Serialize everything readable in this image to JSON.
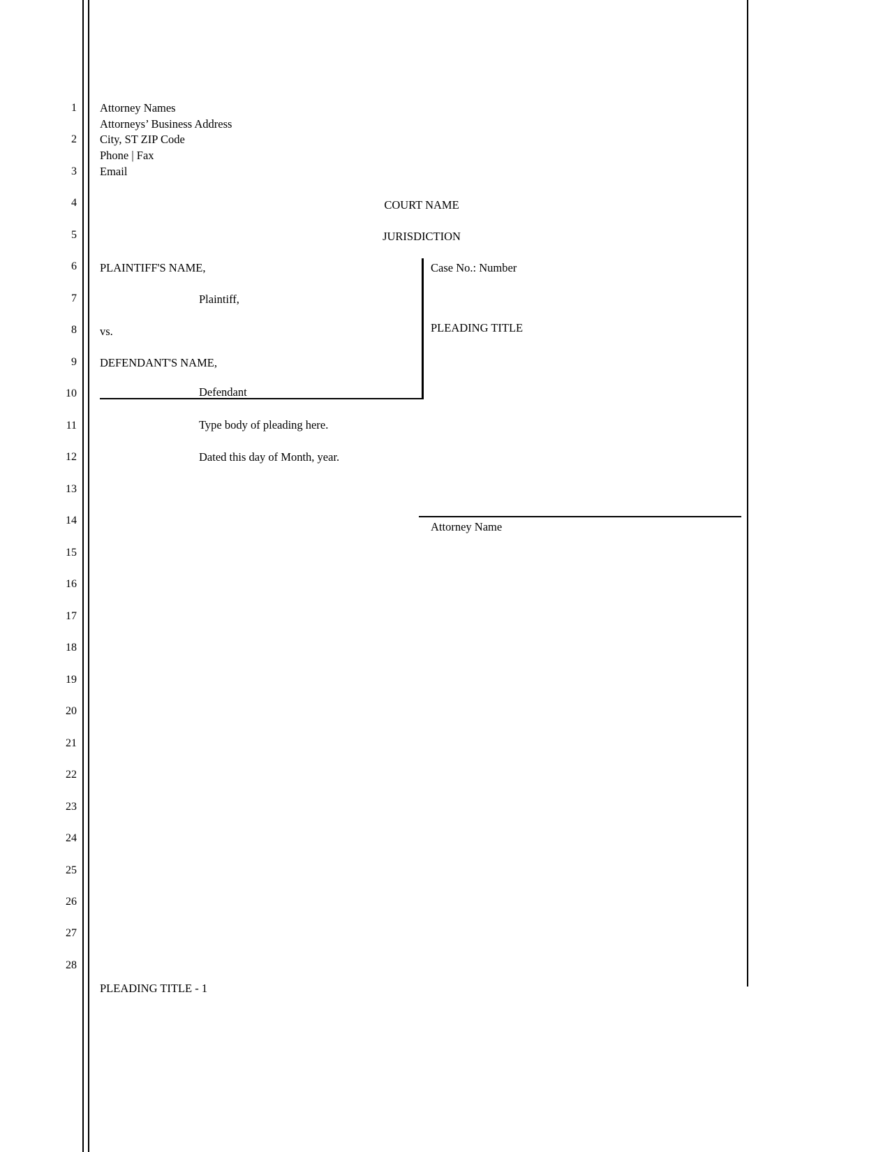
{
  "page": {
    "line_numbers": [
      "1",
      "2",
      "3",
      "4",
      "5",
      "6",
      "7",
      "8",
      "9",
      "10",
      "11",
      "12",
      "13",
      "14",
      "15",
      "16",
      "17",
      "18",
      "19",
      "20",
      "21",
      "22",
      "23",
      "24",
      "25",
      "26",
      "27",
      "28"
    ]
  },
  "attorney_block": {
    "lines": [
      "Attorney Names",
      "Attorneys’ Business Address",
      "City, ST ZIP Code",
      "Phone | Fax",
      "Email"
    ]
  },
  "court": {
    "name": "COURT NAME",
    "jurisdiction": "JURISDICTION"
  },
  "caption": {
    "plaintiff_name": "PLAINTIFF'S NAME,",
    "plaintiff_role": "Plaintiff,",
    "versus": "vs.",
    "defendant_name": "DEFENDANT'S NAME,",
    "defendant_role": "Defendant",
    "case_number": "Case No.: Number",
    "pleading_title": "PLEADING TITLE"
  },
  "body": {
    "line1": "Type body of pleading here.",
    "line2": "Dated this day of Month, year."
  },
  "signature": {
    "attorney_name": "Attorney Name"
  },
  "footer": {
    "text": "PLEADING TITLE - 1"
  }
}
